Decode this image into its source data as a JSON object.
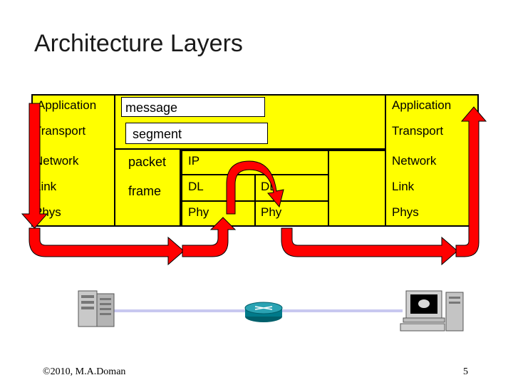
{
  "title": "Architecture Layers",
  "left_stack": [
    "Application",
    "Transport",
    "Network",
    "Link",
    "Phys"
  ],
  "right_stack": [
    "Application",
    "Transport",
    "Network",
    "Link",
    "Phys"
  ],
  "pdu_labels": {
    "message": "message",
    "segment": "segment",
    "packet": "packet",
    "frame": "frame"
  },
  "router_stack": {
    "network": "IP",
    "link_left": "DL",
    "link_right": "DL",
    "phys_left": "Phy",
    "phys_right": "Phy"
  },
  "colors": {
    "layer_fill": "#ffff00",
    "arrow_fill": "#ff0000",
    "link_line": "#c8c8f0",
    "router": "#007a8a"
  },
  "icons": [
    "server-icon",
    "router-icon",
    "workstation-icon"
  ],
  "footer": {
    "copyright": "©2010, M.A.Doman",
    "page": "5"
  }
}
